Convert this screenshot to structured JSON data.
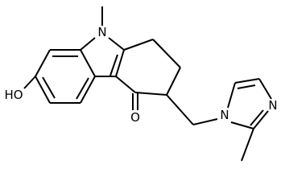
{
  "molecule": {
    "atoms": {
      "indole_n": "N",
      "carbonyl_o": "O",
      "hydroxyl": "HO",
      "imidazole_n1": "N",
      "imidazole_n3": "N"
    }
  }
}
